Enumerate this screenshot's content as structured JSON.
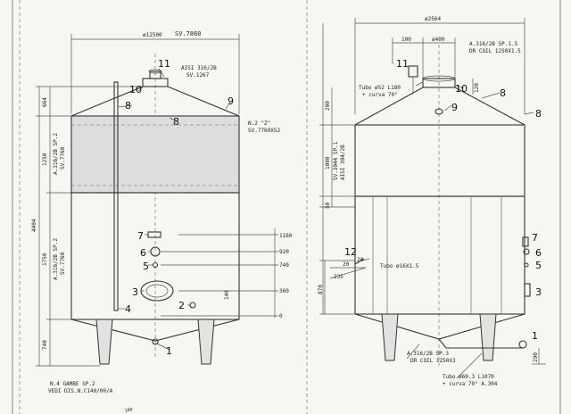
{
  "dims_left": {
    "top_diameter": "ø12500",
    "top_diameter_hand": "SV.7860",
    "height_664": "664",
    "height_1250": "1250",
    "height_4404": "4404",
    "height_1750": "1750",
    "height_740": "740",
    "level_1160": "1160",
    "level_920": "920",
    "level_740": "740",
    "level_360": "360",
    "level_0": "0",
    "small_140": "140"
  },
  "notes_left": {
    "aisi_top_1": "AISI 316/2B",
    "aisi_top_2": "SV.1267",
    "n2_1": "N.2 \"Z\"",
    "n2_2": "SV.7760X52",
    "side_upper_1": "A.316/2B SP.2",
    "side_upper_2": "SV.7760",
    "side_lower_1": "A.316/2B SP.2",
    "side_lower_2": "SV.7760",
    "legs_1": "N.4 GAMBE SP.2",
    "legs_2": "VEDI DIS.N.C140/00/A"
  },
  "dims_right": {
    "diameter": "ø2564",
    "d100": "100",
    "d400": "ø400",
    "h200": "200",
    "h1000": "1000",
    "h50": "50",
    "h870": "870",
    "h290": "290",
    "d120": "120",
    "a20": "20",
    "a235": "235",
    "a20b": "20"
  },
  "notes_right": {
    "coil_top_1": "A.316/2B SP.1.5",
    "coil_top_2": "DR COIL 1250X1.5",
    "tubo_top_1": "Tubo ø52 L180",
    "tubo_top_2": "+ curva 70°",
    "side_mid_1": "SV.3044 SP.1",
    "side_mid_2": "AISI 304/2B",
    "tubo_side": "Tubo ø16X1.5",
    "bottom_1": "A.316/2B SP.3",
    "bottom_2": "DR COIL 1250X3",
    "tubo_bottom_1": "Tubo ø60.3 L1070",
    "tubo_bottom_2": "+ curva 70° A.304"
  },
  "callouts": [
    "1",
    "2",
    "3",
    "4",
    "5",
    "6",
    "7",
    "8",
    "9",
    "10",
    "11",
    "12"
  ],
  "fold_text": "100"
}
